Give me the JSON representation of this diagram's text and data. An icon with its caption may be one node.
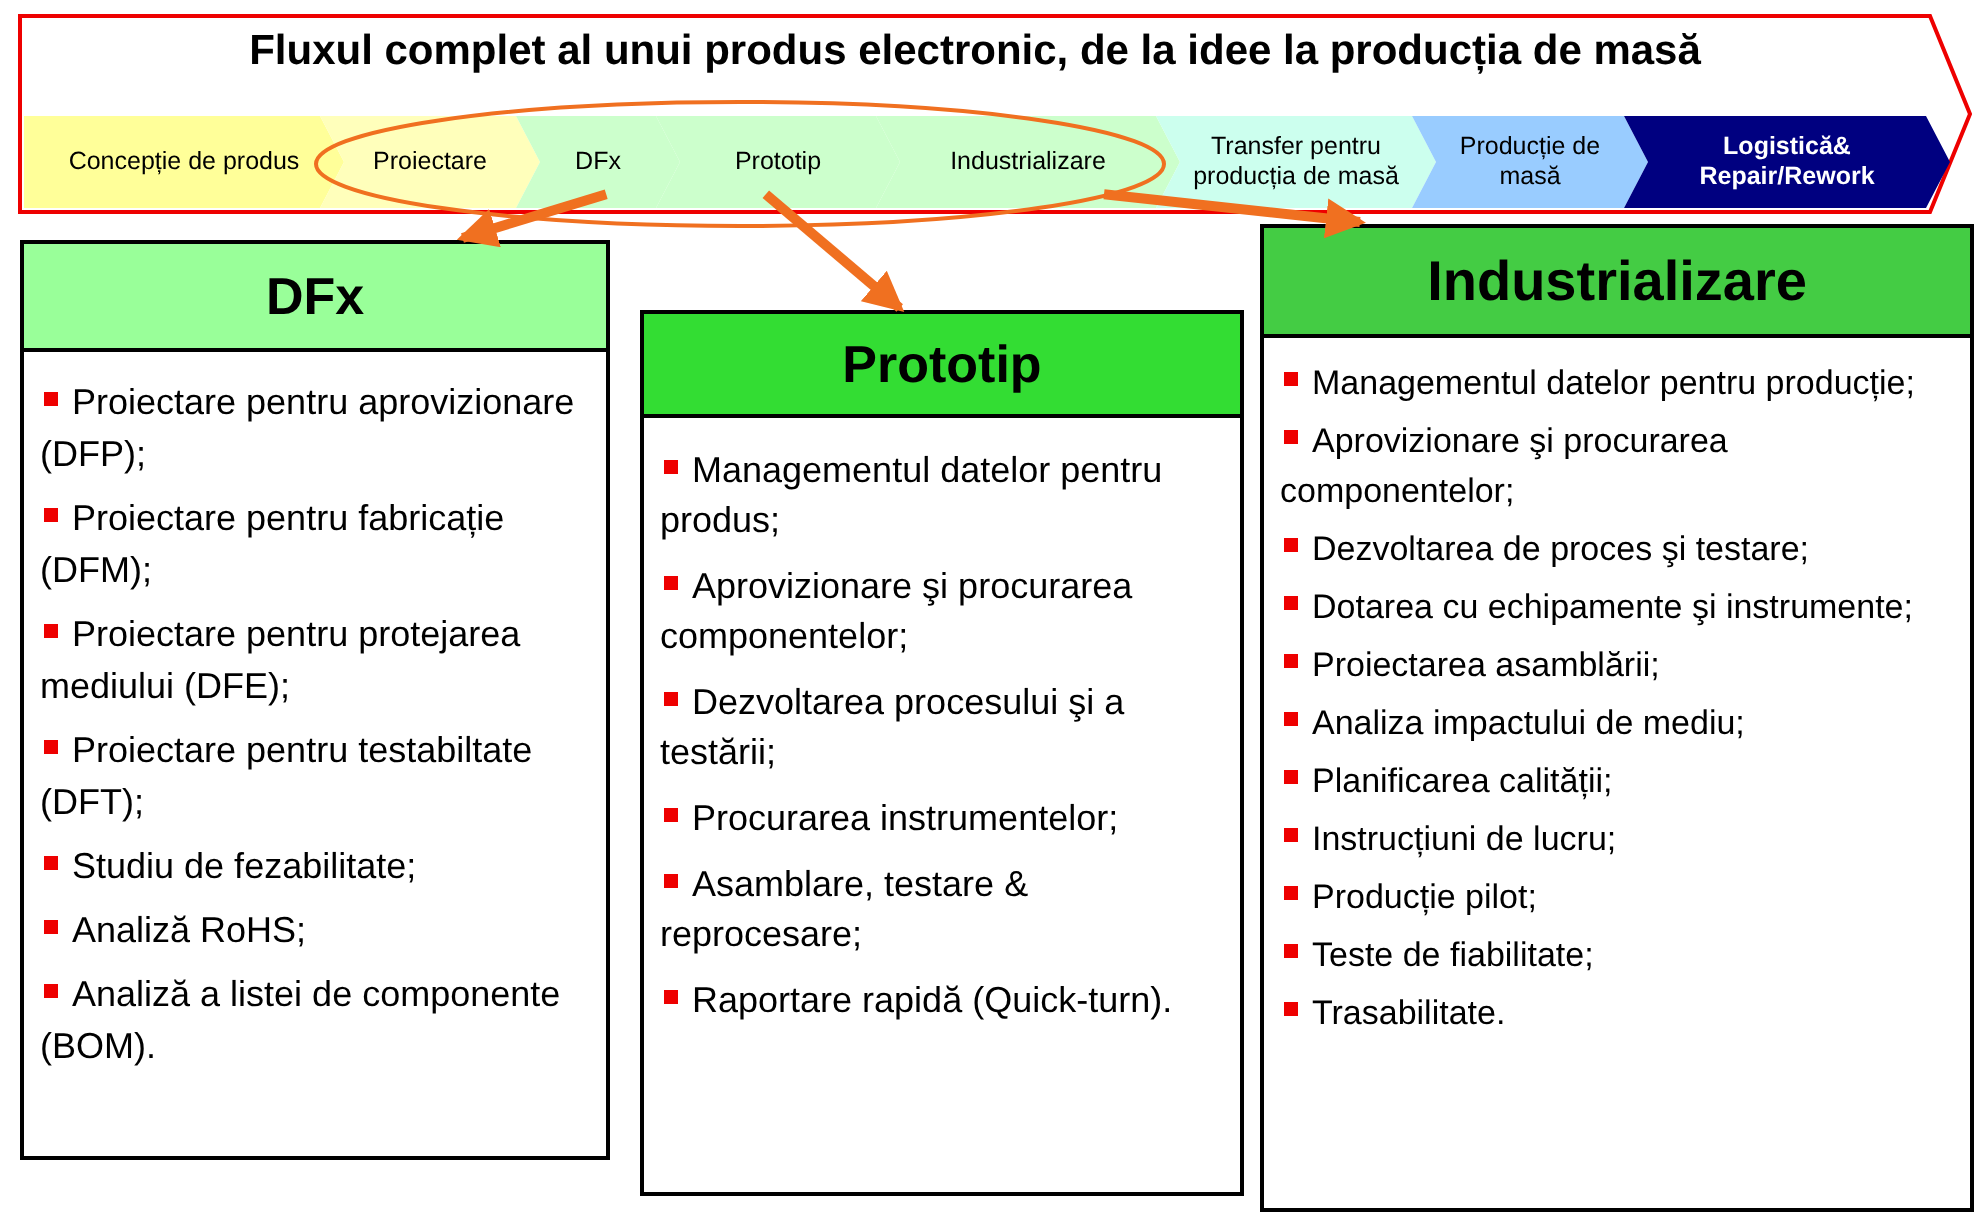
{
  "diagram": {
    "nodes": [
      {
        "text": [
          "Fluxul complet al unui produs electronic, de la idee la producția de masă"
        ]
      },
      {
        "text": [
          "Concepție de produs"
        ],
        "in": 0
      },
      {
        "text": [
          "Proiectare"
        ],
        "in": 0
      },
      {
        "text": [
          "DFx"
        ],
        "in": 0
      },
      {
        "text": [
          "Prototip"
        ],
        "in": 0
      },
      {
        "text": [
          "Industrializare"
        ],
        "in": 0
      },
      {
        "text": [
          "Transfer pentru producția de masă"
        ],
        "in": 0
      },
      {
        "text": [
          "Producție de masă"
        ],
        "in": 0
      },
      {
        "text": [
          "Logistică& Repair/Rework"
        ],
        "in": 0
      },
      {
        "text": [
          "DFx",
          "Proiectare pentru aprovizionare (DFP);",
          "Proiectare pentru fabricație (DFM);",
          "Proiectare pentru protejarea mediului (DFE);",
          "Proiectare pentru testabiltate (DFT);",
          "Studiu de fezabilitate;",
          "Analiză RoHS;",
          "Analiză a listei de componente (BOM)."
        ]
      },
      {
        "text": [
          "Prototip",
          "Managementul datelor pentru produs;",
          "Aprovizionare şi procurarea componentelor;",
          "Dezvoltarea procesului şi a testării;",
          "Procurarea instrumentelor;",
          "Asamblare, testare & reprocesare;",
          "Raportare rapidă (Quick-turn)."
        ]
      },
      {
        "text": [
          "Industrializare",
          "Managementul datelor pentru producție;",
          "Aprovizionare şi procurarea componentelor;",
          "Dezvoltarea de proces şi testare;",
          "Dotarea cu echipamente şi instrumente;",
          "Proiectarea asamblării;",
          "Analiza impactului de mediu;",
          "Planificarea calității;",
          "Instrucțiuni de lucru;",
          "Producție pilot;",
          "Teste de fiabilitate;",
          "Trasabilitate."
        ]
      }
    ],
    "edges": [
      {
        "from": 3,
        "to": 9,
        "arrow": "to"
      },
      {
        "from": 4,
        "to": 10,
        "arrow": "to"
      },
      {
        "from": 5,
        "to": 11,
        "arrow": "to"
      }
    ]
  }
}
